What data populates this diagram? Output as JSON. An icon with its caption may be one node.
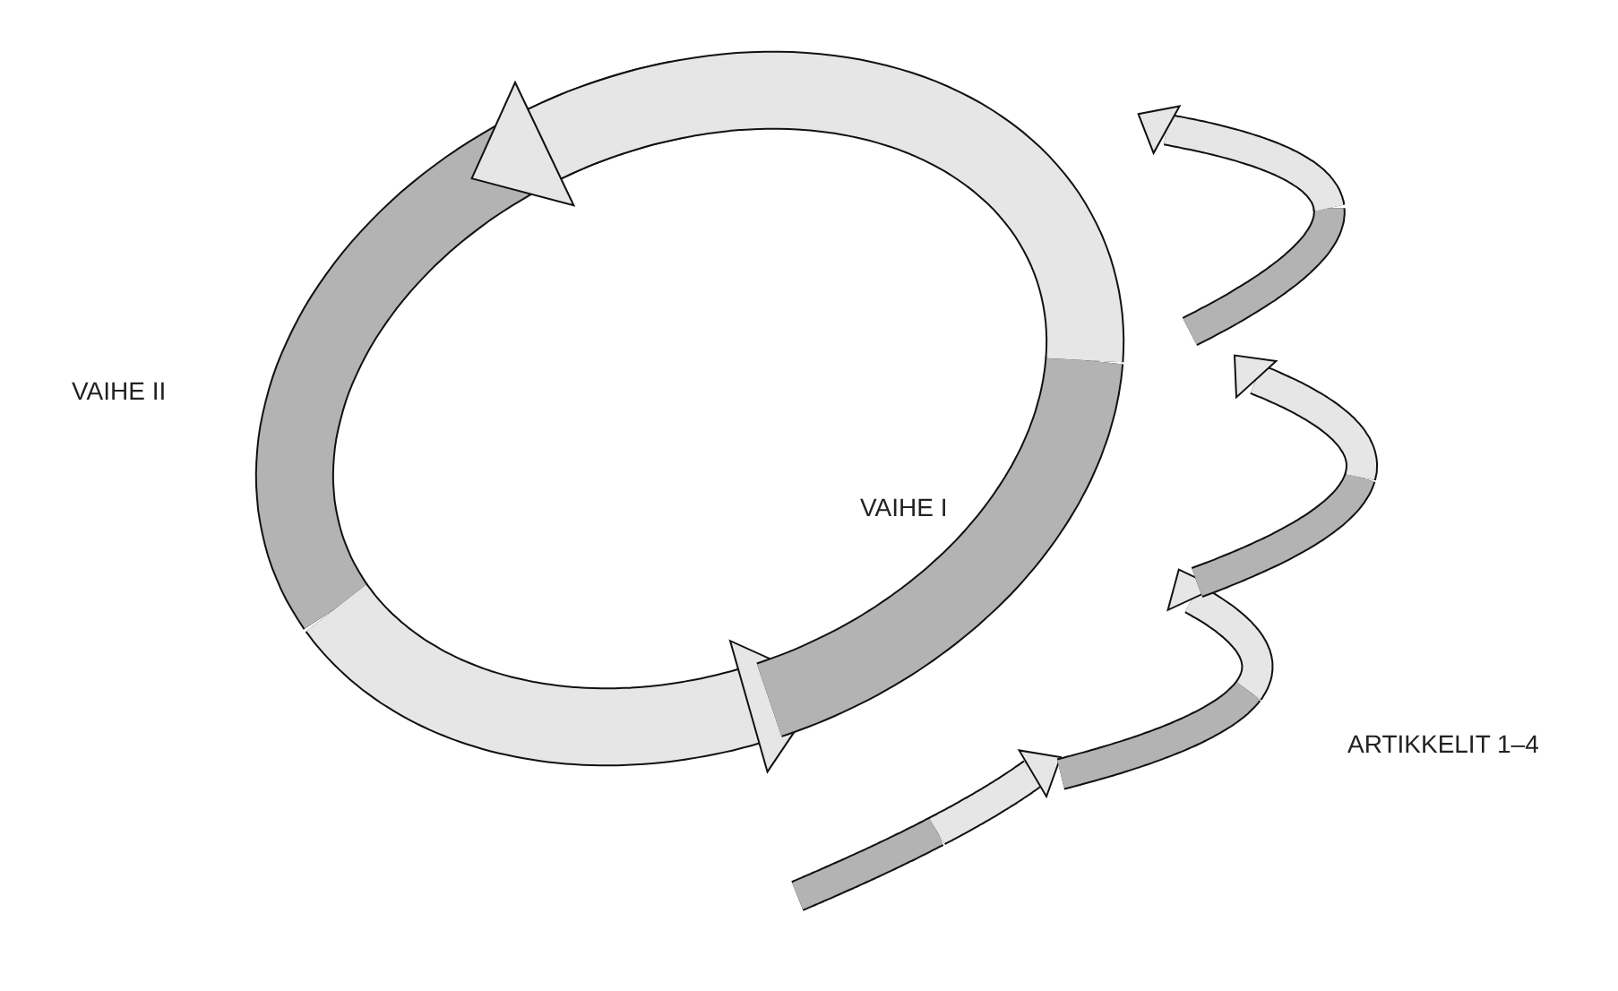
{
  "diagram": {
    "labels": [
      "VAIHE II",
      "VAIHE I",
      "ARTIKKELIT 1–4"
    ]
  }
}
